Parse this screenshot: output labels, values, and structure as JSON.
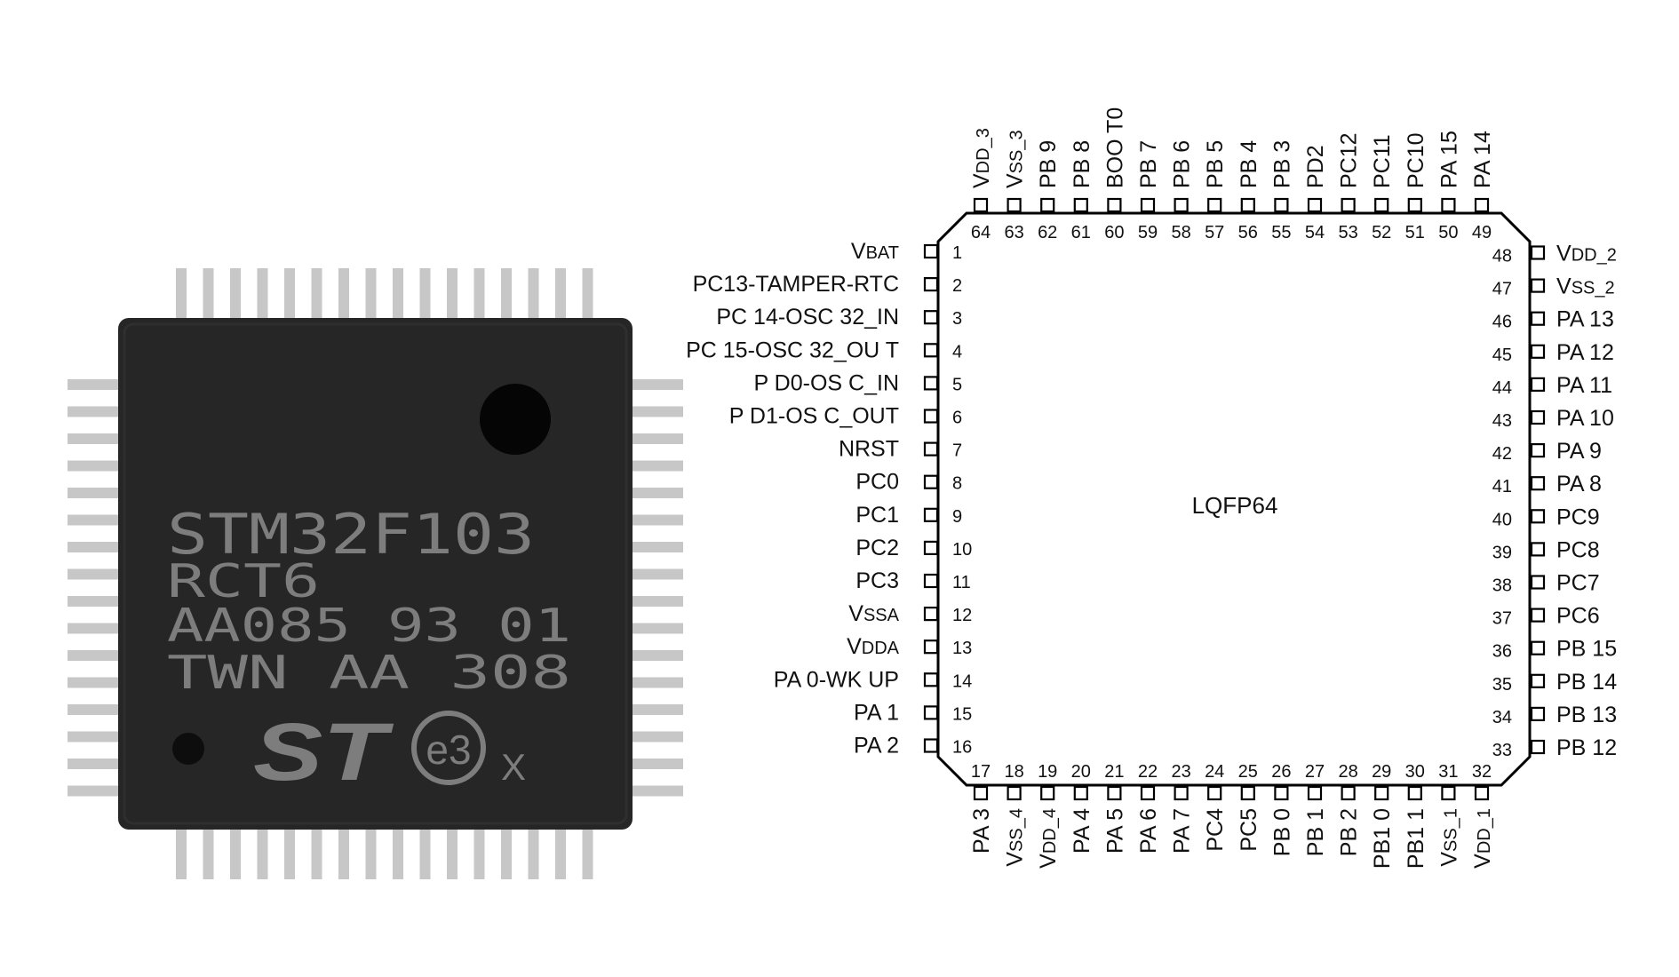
{
  "photo": {
    "marking_lines": [
      "STM32F103",
      "RCT6",
      "AA085 93 01",
      "TWN  AA  308"
    ],
    "brand_logo": "ST",
    "e3_mark": "e3",
    "corner_mark": "X",
    "colors": {
      "body": "#262626",
      "marking": "#7d7d7d",
      "pin": "#c7c7c7"
    }
  },
  "diagram": {
    "package_label": "LQFP64",
    "pins": [
      {
        "n": "1",
        "name": "VBAT"
      },
      {
        "n": "2",
        "name": "PC13-TAMPER-RTC"
      },
      {
        "n": "3",
        "name": "PC 14-OSC 32_IN"
      },
      {
        "n": "4",
        "name": "PC 15-OSC 32_OU T"
      },
      {
        "n": "5",
        "name": "P D0-OS C_IN"
      },
      {
        "n": "6",
        "name": "P D1-OS C_OUT"
      },
      {
        "n": "7",
        "name": "NRST"
      },
      {
        "n": "8",
        "name": "PC0"
      },
      {
        "n": "9",
        "name": "PC1"
      },
      {
        "n": "10",
        "name": "PC2"
      },
      {
        "n": "11",
        "name": "PC3"
      },
      {
        "n": "12",
        "name": "VSSA"
      },
      {
        "n": "13",
        "name": "VDDA"
      },
      {
        "n": "14",
        "name": "PA 0-WK UP"
      },
      {
        "n": "15",
        "name": "PA 1"
      },
      {
        "n": "16",
        "name": "PA 2"
      },
      {
        "n": "17",
        "name": "PA 3"
      },
      {
        "n": "18",
        "name": "VSS_4"
      },
      {
        "n": "19",
        "name": "VDD_4"
      },
      {
        "n": "20",
        "name": "PA 4"
      },
      {
        "n": "21",
        "name": "PA 5"
      },
      {
        "n": "22",
        "name": "PA 6"
      },
      {
        "n": "23",
        "name": "PA 7"
      },
      {
        "n": "24",
        "name": "PC4"
      },
      {
        "n": "25",
        "name": "PC5"
      },
      {
        "n": "26",
        "name": "PB 0"
      },
      {
        "n": "27",
        "name": "PB 1"
      },
      {
        "n": "28",
        "name": "PB 2"
      },
      {
        "n": "29",
        "name": "PB1 0"
      },
      {
        "n": "30",
        "name": "PB1 1"
      },
      {
        "n": "31",
        "name": "VSS_1"
      },
      {
        "n": "32",
        "name": "VDD_1"
      },
      {
        "n": "33",
        "name": "PB 12"
      },
      {
        "n": "34",
        "name": "PB 13"
      },
      {
        "n": "35",
        "name": "PB 14"
      },
      {
        "n": "36",
        "name": "PB 15"
      },
      {
        "n": "37",
        "name": "PC6"
      },
      {
        "n": "38",
        "name": "PC7"
      },
      {
        "n": "39",
        "name": "PC8"
      },
      {
        "n": "40",
        "name": "PC9"
      },
      {
        "n": "41",
        "name": "PA 8"
      },
      {
        "n": "42",
        "name": "PA 9"
      },
      {
        "n": "43",
        "name": "PA 10"
      },
      {
        "n": "44",
        "name": "PA 11"
      },
      {
        "n": "45",
        "name": "PA 12"
      },
      {
        "n": "46",
        "name": "PA 13"
      },
      {
        "n": "47",
        "name": "VSS_2"
      },
      {
        "n": "48",
        "name": "VDD_2"
      },
      {
        "n": "49",
        "name": "PA 14"
      },
      {
        "n": "50",
        "name": "PA 15"
      },
      {
        "n": "51",
        "name": "PC10"
      },
      {
        "n": "52",
        "name": "PC11"
      },
      {
        "n": "53",
        "name": "PC12"
      },
      {
        "n": "54",
        "name": "PD2"
      },
      {
        "n": "55",
        "name": "PB 3"
      },
      {
        "n": "56",
        "name": "PB 4"
      },
      {
        "n": "57",
        "name": "PB 5"
      },
      {
        "n": "58",
        "name": "PB 6"
      },
      {
        "n": "59",
        "name": "PB 7"
      },
      {
        "n": "60",
        "name": "BOO T0"
      },
      {
        "n": "61",
        "name": "PB 8"
      },
      {
        "n": "62",
        "name": "PB 9"
      },
      {
        "n": "63",
        "name": "VSS_3"
      },
      {
        "n": "64",
        "name": "VDD_3"
      }
    ]
  }
}
